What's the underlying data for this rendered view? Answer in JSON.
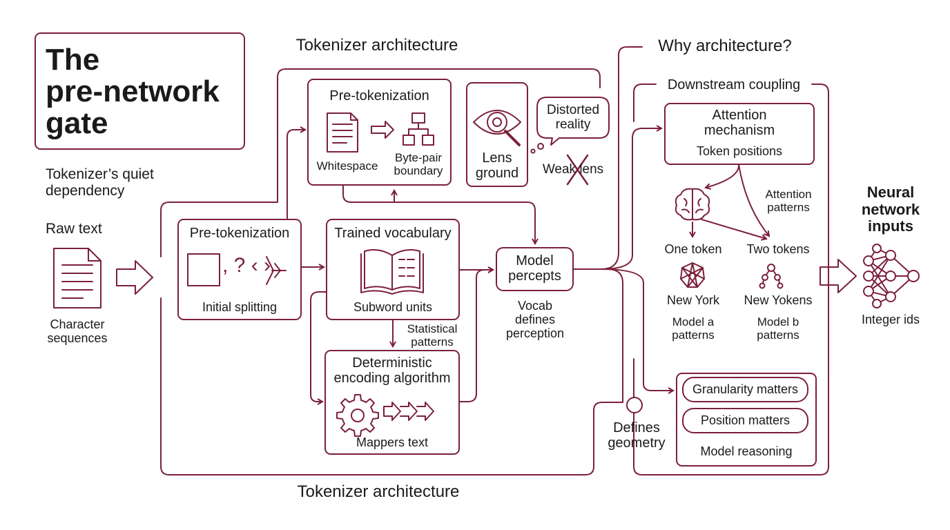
{
  "colors": {
    "accent": "#7b1f3a",
    "text": "#1a1a1a",
    "background": "#ffffff"
  },
  "title": "The\npre-network\ngate",
  "subtitle": "Tokenizer’s quiet\ndependency",
  "headers": {
    "tokenizer_top": "Tokenizer architecture",
    "tokenizer_bottom": "Tokenizer architecture",
    "why": "Why architecture?",
    "downstream": "Downstream coupling"
  },
  "input": {
    "heading": "Raw text",
    "caption": "Character\nsequences",
    "icon": "document-icon"
  },
  "pretok_top": {
    "title": "Pre-tokenization",
    "left_label": "Whitespace",
    "right_label": "Byte-pair\nboundary",
    "icons": [
      "document-icon",
      "arrow-icon",
      "hierarchy-icon"
    ]
  },
  "lens": {
    "label": "Lens\nground",
    "icon": "eye-magnifier-icon"
  },
  "distorted": {
    "label": "Distorted\nreality",
    "weak_label": "Weak lens"
  },
  "pretok_main": {
    "title": "Pre-tokenization",
    "caption": "Initial splitting",
    "glyphs": ", ? ‹ ›"
  },
  "vocab": {
    "title": "Trained vocabulary",
    "caption": "Subword units",
    "icon": "open-book-icon"
  },
  "statistical": "Statistical\npatterns",
  "deterministic": {
    "title": "Deterministic\nencoding algorithm",
    "caption": "Mappers text",
    "icons": [
      "gear-icon",
      "arrows-icon"
    ]
  },
  "percepts": {
    "title": "Model\npercepts",
    "caption": "Vocab\ndefines\nperception"
  },
  "attention": {
    "title": "Attention\nmechanism",
    "subtitle": "Token positions",
    "patterns_label": "Attention\npatterns"
  },
  "tokens": {
    "one": "One token",
    "two": "Two tokens",
    "left_name": "New York",
    "right_name": "New Yokens",
    "left_caption": "Model a\npatterns",
    "right_caption": "Model b\npatterns"
  },
  "reasoning": {
    "items": [
      "Granularity matters",
      "Position matters"
    ],
    "caption": "Model reasoning"
  },
  "geometry": "Defines\ngeometry",
  "output": {
    "heading": "Neural\nnetwork\ninputs",
    "caption": "Integer ids",
    "icon": "neural-network-icon"
  }
}
